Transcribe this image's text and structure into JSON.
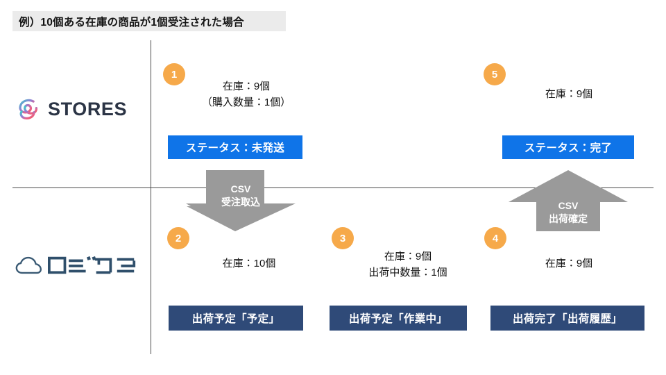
{
  "title": {
    "text": "例）10個ある在庫の商品が1個受注された場合"
  },
  "lanes": {
    "top": {
      "logo_name": "STORES",
      "logo_wordmark": "STORES"
    },
    "bottom": {
      "logo_name": "ロジクラ",
      "logo_wordmark": "ロジクラ"
    }
  },
  "steps": [
    {
      "number": "1",
      "lane": "top",
      "lines": [
        "在庫：9個",
        "（購入数量：1個）"
      ],
      "badge": "ステータス：未発送",
      "badge_color": "#0f74e8"
    },
    {
      "number": "2",
      "lane": "bottom",
      "lines": [
        "在庫：10個"
      ],
      "badge": "出荷予定「予定」",
      "badge_color": "#2f4a78"
    },
    {
      "number": "3",
      "lane": "bottom",
      "lines": [
        "在庫：9個",
        "出荷中数量：1個"
      ],
      "badge": "出荷予定「作業中」",
      "badge_color": "#2f4a78"
    },
    {
      "number": "4",
      "lane": "bottom",
      "lines": [
        "在庫：9個"
      ],
      "badge": "出荷完了「出荷履歴」",
      "badge_color": "#2f4a78"
    },
    {
      "number": "5",
      "lane": "top",
      "lines": [
        "在庫：9個"
      ],
      "badge": "ステータス：完了",
      "badge_color": "#0f74e8"
    }
  ],
  "arrows": [
    {
      "direction": "down",
      "line1": "CSV",
      "line2": "受注取込",
      "color": "#9a9a9a"
    },
    {
      "direction": "up",
      "line1": "CSV",
      "line2": "出荷確定",
      "color": "#9a9a9a"
    }
  ],
  "colors": {
    "accent_orange": "#f6a94a",
    "status_blue": "#0f74e8",
    "status_navy": "#2f4a78",
    "arrow_gray": "#9a9a9a",
    "title_bg": "#ebebeb",
    "axis": "#4a4a4a"
  }
}
